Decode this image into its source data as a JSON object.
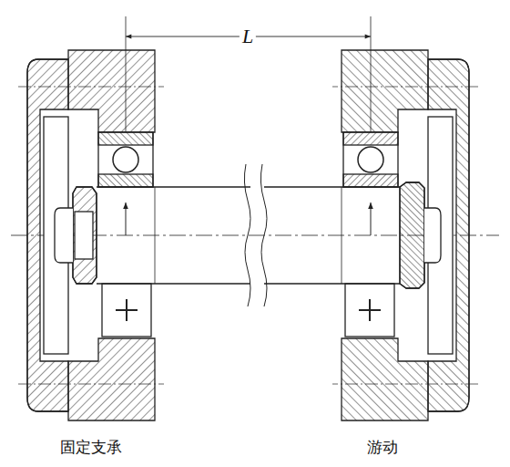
{
  "diagram": {
    "labels": [
      "L",
      "固定支承",
      "游动"
    ]
  }
}
